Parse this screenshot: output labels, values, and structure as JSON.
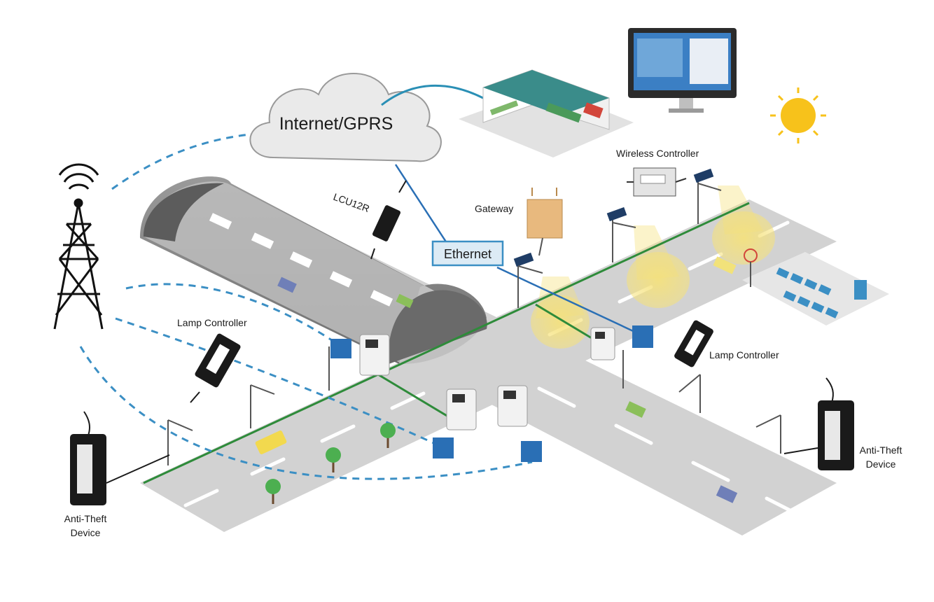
{
  "labels": {
    "cloud": "Internet/GPRS",
    "ethernet": "Ethernet",
    "gateway": "Gateway",
    "lcu": "LCU12R",
    "wireless_controller": "Wireless Controller",
    "lamp_controller_left": "Lamp Controller",
    "lamp_controller_right": "Lamp Controller",
    "anti_theft_left_line1": "Anti-Theft",
    "anti_theft_left_line2": "Device",
    "anti_theft_right_line1": "Anti-Theft",
    "anti_theft_right_line2": "Device"
  },
  "colors": {
    "road": "#d4d4d4",
    "tunnel": "#8a8a8a",
    "green_line": "#2e8b3a",
    "blue_line": "#2a6fb5",
    "dashed": "#3b8fc4",
    "light_glow": "#f6e27a",
    "sun": "#f7c21b",
    "ethernet_border": "#3b8fc4",
    "ethernet_fill": "#dcebf5"
  },
  "icons": [
    "cell-tower-icon",
    "cloud-icon",
    "building-icon",
    "monitor-icon",
    "sun-icon",
    "gateway-icon",
    "lcu-controller-icon",
    "wireless-controller-icon",
    "lamp-controller-icon",
    "anti-theft-device-icon",
    "meter-icon",
    "battery-icon",
    "street-lamp-icon",
    "tree-icon",
    "car-icon",
    "bus-icon",
    "parking-lot-icon"
  ]
}
